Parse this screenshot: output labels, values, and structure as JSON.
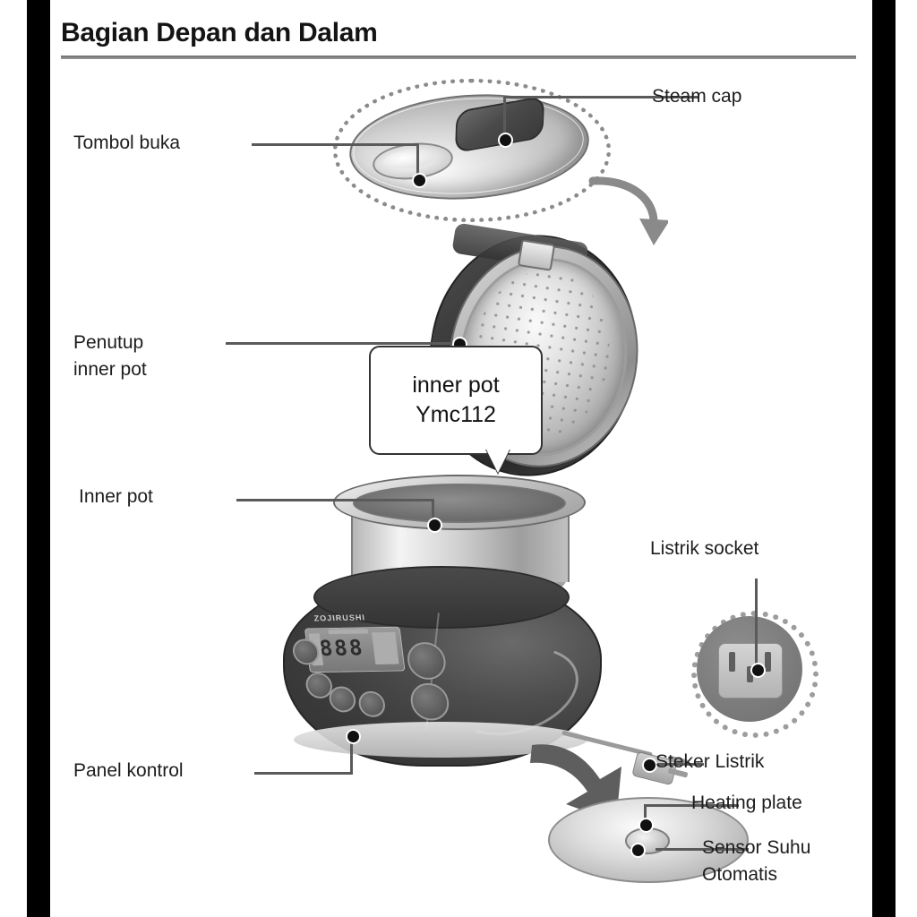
{
  "document": {
    "title": "Bagian Depan dan Dalam",
    "language": "Indonesian"
  },
  "callouts": [
    {
      "id": "steam-cap",
      "label": "Steam cap"
    },
    {
      "id": "tombol-buka",
      "label": "Tombol buka"
    },
    {
      "id": "penutup-inner",
      "label": "Penutup\ninner pot",
      "line1": "Penutup",
      "line2": "inner pot"
    },
    {
      "id": "inner-pot",
      "label": "Inner pot"
    },
    {
      "id": "panel-kontrol",
      "label": "Panel kontrol"
    },
    {
      "id": "listrik-socket",
      "label": "Listrik socket"
    },
    {
      "id": "steker-listrik",
      "label": "Steker Listrik"
    },
    {
      "id": "heating-plate",
      "label": "Heating plate"
    },
    {
      "id": "sensor-suhu",
      "label": "Sensor Suhu\nOtomatis",
      "line1": "Sensor Suhu",
      "line2": "Otomatis"
    }
  ],
  "annotation_bubble": {
    "line1": "inner pot",
    "line2": "Ymc112"
  },
  "device": {
    "brand_mark": "ZOJIRUSHI",
    "display_value": "888"
  },
  "colors": {
    "page_background": "#ffffff",
    "scan_bars": "#000000",
    "text": "#1d1d1d",
    "leader_line": "#5a5a5a",
    "body_dark": "#3c3c3c",
    "metal_light": "#dcdcdc"
  }
}
